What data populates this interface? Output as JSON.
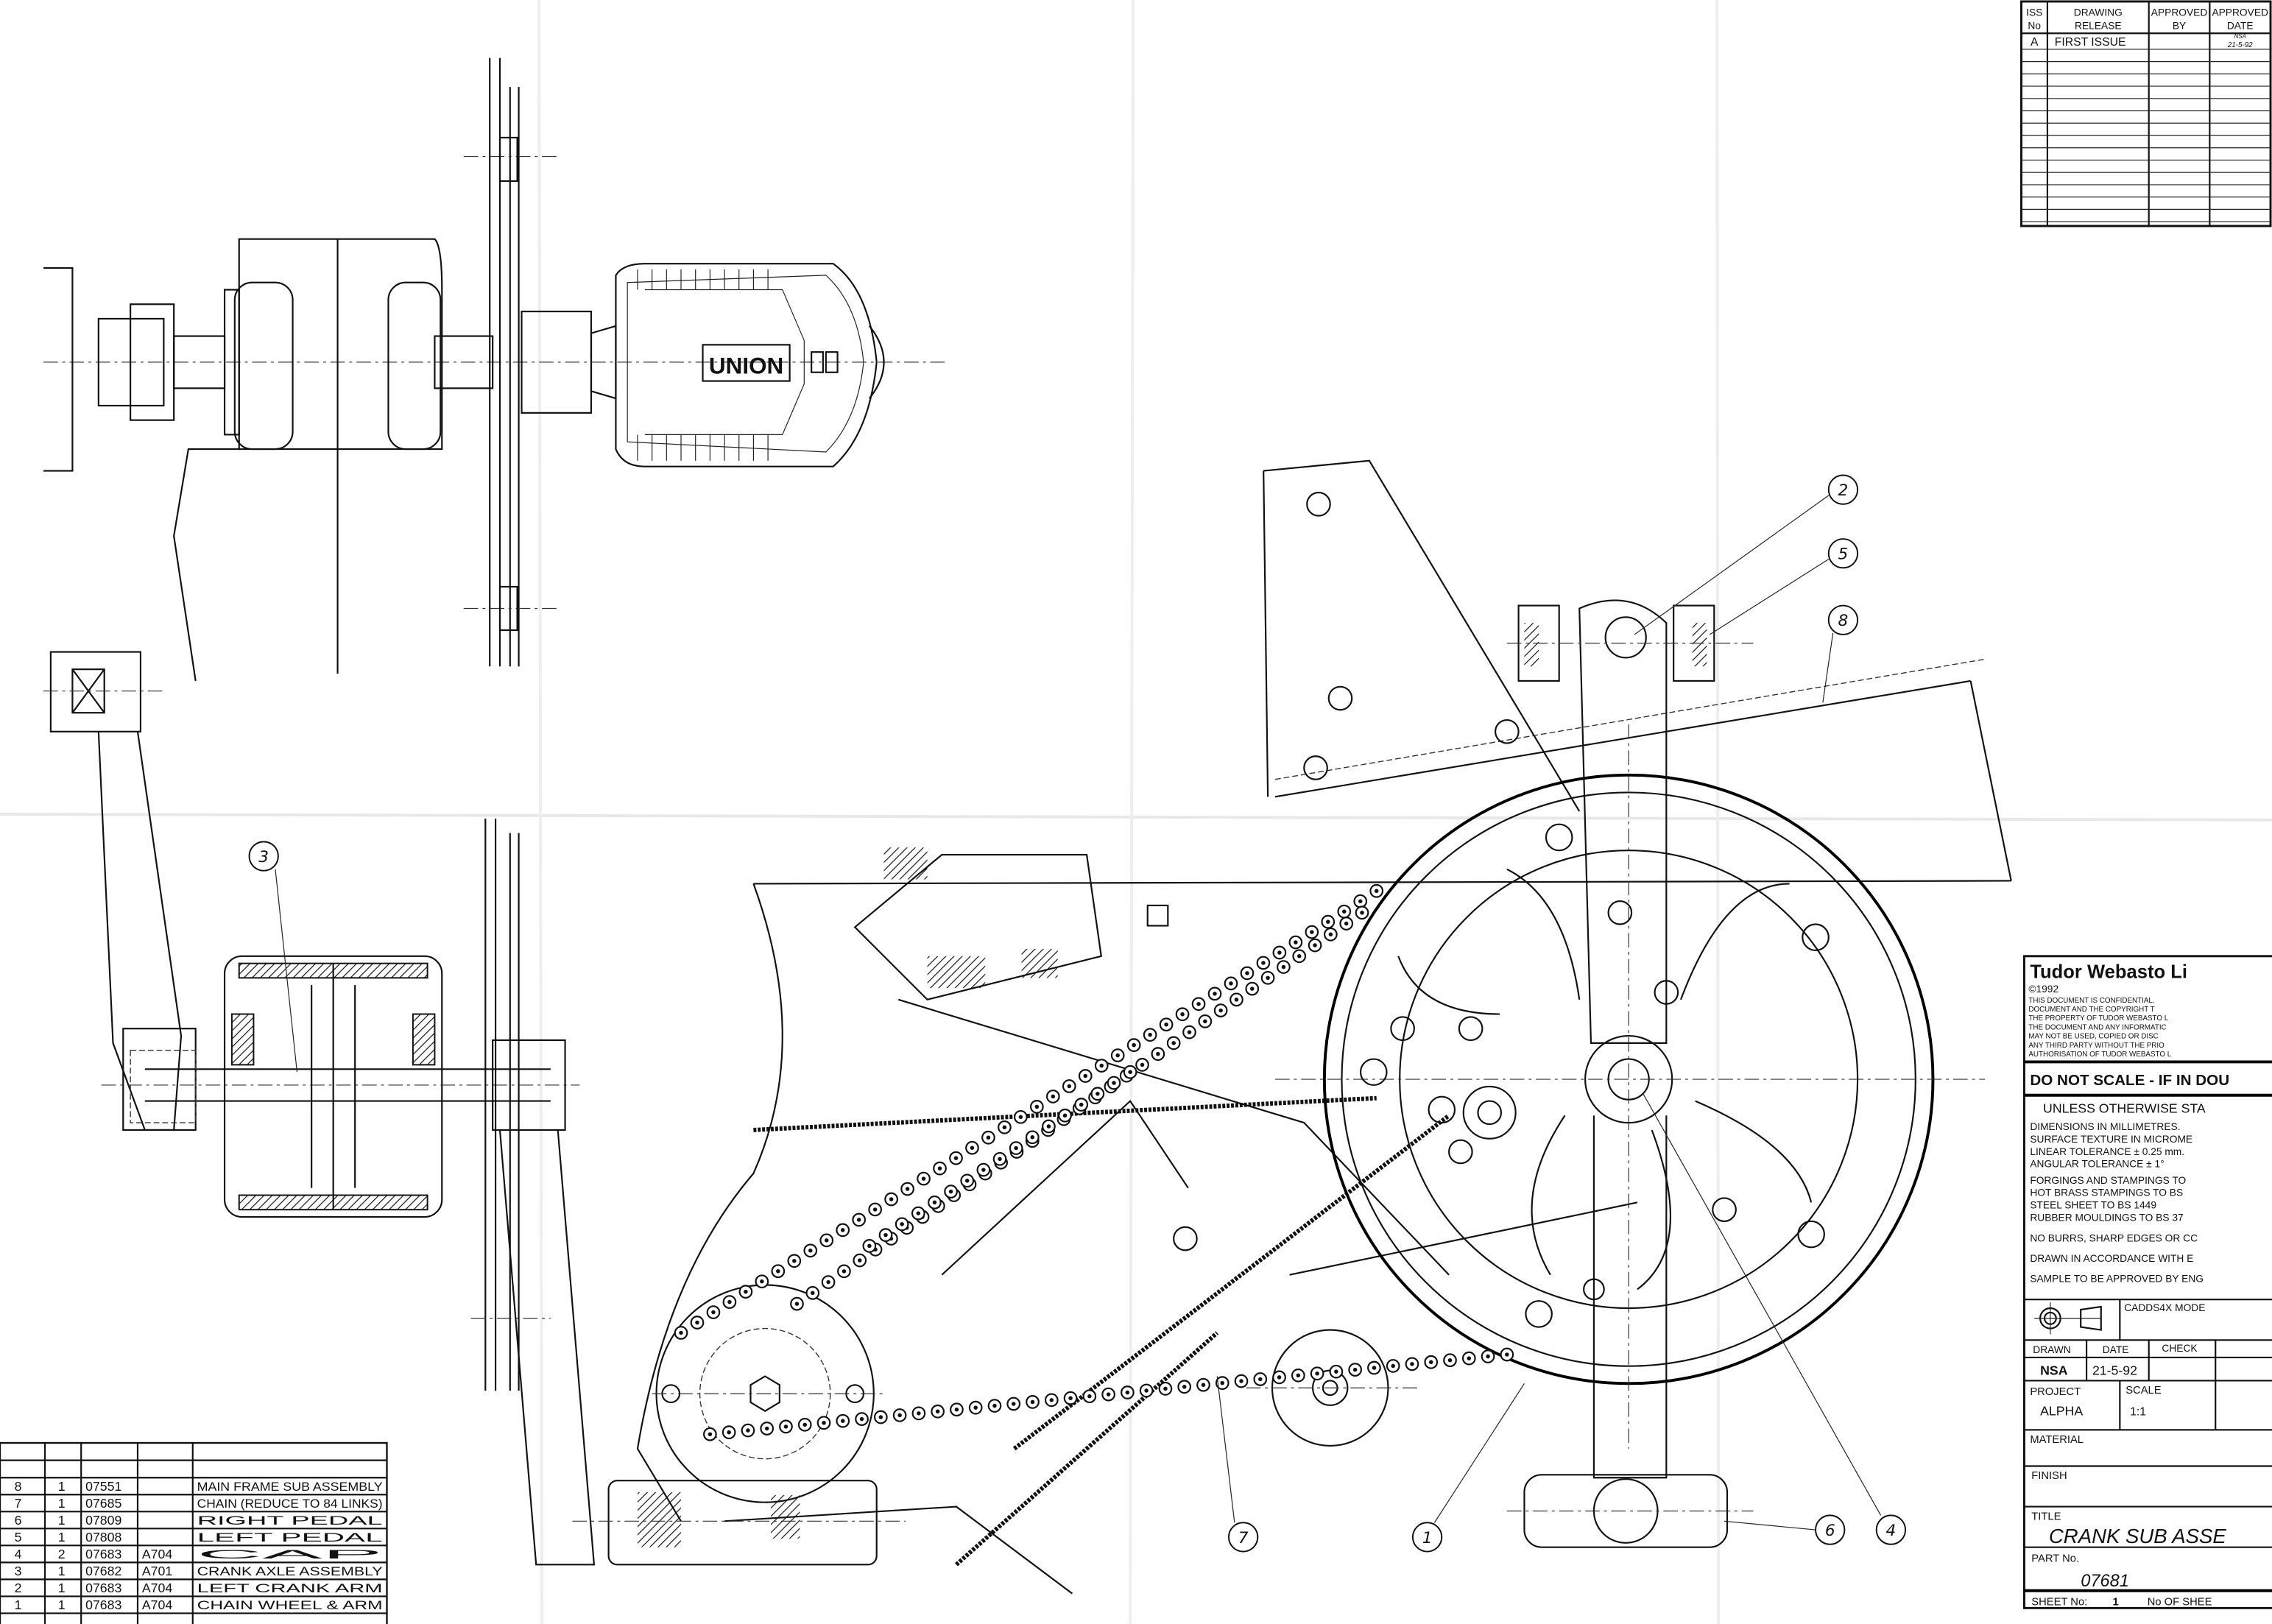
{
  "revision_table": {
    "headers": [
      "ISS No",
      "DRAWING RELEASE",
      "APPROVED BY",
      "APPROVED DATE"
    ],
    "header_lines": [
      [
        "ISS",
        "No"
      ],
      [
        "DRAWING",
        "RELEASE"
      ],
      [
        "APPROVED",
        "BY"
      ],
      [
        "APPROVED",
        "DATE"
      ]
    ],
    "rows": [
      {
        "iss": "A",
        "release": "FIRST ISSUE",
        "by": "",
        "date_initials": "NSA",
        "date": "21-5-92"
      }
    ]
  },
  "pedal_brand": "UNION",
  "balloons": [
    "1",
    "2",
    "3",
    "4",
    "5",
    "6",
    "7",
    "8"
  ],
  "parts_list": {
    "rows": [
      {
        "item": "8",
        "qty": "1",
        "part": "07551",
        "ref": "",
        "description": "MAIN FRAME SUB ASSEMBLY"
      },
      {
        "item": "7",
        "qty": "1",
        "part": "07685",
        "ref": "",
        "description": "CHAIN (REDUCE TO 84 LINKS)"
      },
      {
        "item": "6",
        "qty": "1",
        "part": "07809",
        "ref": "",
        "description": "RIGHT PEDAL"
      },
      {
        "item": "5",
        "qty": "1",
        "part": "07808",
        "ref": "",
        "description": "LEFT PEDAL"
      },
      {
        "item": "4",
        "qty": "2",
        "part": "07683",
        "ref": "A704",
        "description": "CAP"
      },
      {
        "item": "3",
        "qty": "1",
        "part": "07682",
        "ref": "A701",
        "description": "CRANK AXLE ASSEMBLY"
      },
      {
        "item": "2",
        "qty": "1",
        "part": "07683",
        "ref": "A704",
        "description": "LEFT CRANK ARM"
      },
      {
        "item": "1",
        "qty": "1",
        "part": "07683",
        "ref": "A704",
        "description": "CHAIN WHEEL & ARM"
      }
    ]
  },
  "title_block": {
    "company": "Tudor Webasto Li",
    "copyright": "©1992",
    "confidential": [
      "THIS DOCUMENT IS CONFIDENTIAL.",
      "DOCUMENT AND THE COPYRIGHT T",
      "THE PROPERTY OF TUDOR WEBASTO L",
      "THE DOCUMENT AND ANY INFORMATIC",
      "MAY NOT BE USED, COPIED OR DISC",
      "ANY THIRD PARTY WITHOUT THE PRIO",
      "AUTHORISATION OF TUDOR WEBASTO L"
    ],
    "warning": "DO NOT SCALE - IF IN DOU",
    "unless": "UNLESS OTHERWISE STA",
    "notes": [
      "DIMENSIONS IN MILLIMETRES.",
      "SURFACE TEXTURE IN MICROME",
      "LINEAR TOLERANCE ± 0.25 mm.",
      "ANGULAR TOLERANCE ± 1°",
      "FORGINGS AND STAMPINGS TO",
      "HOT BRASS STAMPINGS TO BS",
      "STEEL SHEET TO BS 1449",
      "RUBBER MOULDINGS TO BS 37",
      "NO BURRS, SHARP EDGES OR CC",
      "DRAWN IN ACCORDANCE WITH E",
      "SAMPLE TO BE APPROVED BY ENG"
    ],
    "model_label": "CADDS4X MODE",
    "drawn_label": "DRAWN",
    "drawn": "NSA",
    "date_label": "DATE",
    "date": "21-5-92",
    "check_label": "CHECK",
    "project_label": "PROJECT",
    "project": "ALPHA",
    "scale_label": "SCALE",
    "scale": "1:1",
    "material_label": "MATERIAL",
    "finish_label": "FINISH",
    "title_label": "TITLE",
    "title": "CRANK SUB ASSE",
    "part_no_label": "PART No.",
    "part_no": "07681",
    "sheet_label": "SHEET No:",
    "sheet": "1",
    "sheets_label": "No OF SHEE"
  }
}
